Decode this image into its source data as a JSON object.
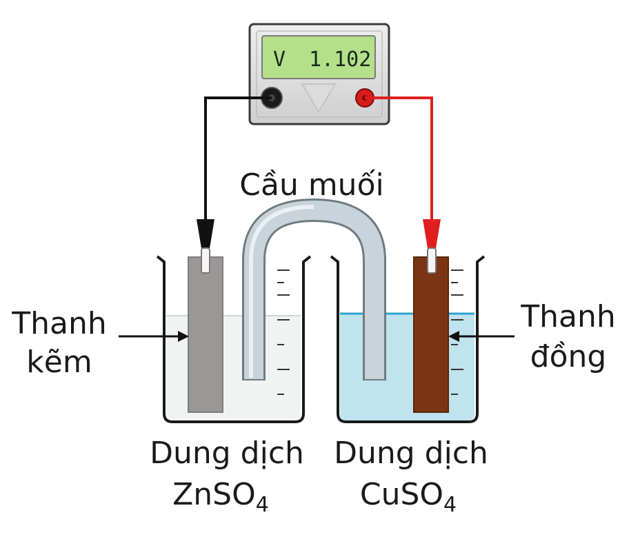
{
  "voltmeter": {
    "unit": "V",
    "reading": "1.102"
  },
  "labels": {
    "salt_bridge": "Cầu muối",
    "zinc_rod_line1": "Thanh",
    "zinc_rod_line2": "kẽm",
    "copper_rod_line1": "Thanh",
    "copper_rod_line2": "đồng",
    "left_solution_line1": "Dung dịch",
    "left_solution_formula": "ZnSO",
    "left_solution_sub": "4",
    "right_solution_line1": "Dung dịch",
    "right_solution_formula": "CuSO",
    "right_solution_sub": "4"
  },
  "colors": {
    "negative_wire": "#111111",
    "positive_wire": "#e01e1e",
    "zinc_rod": "#9a9797",
    "copper_rod": "#7a3612",
    "cuso4_solution": "#bfe3ef",
    "znso4_solution": "#f1f3f3",
    "meter_display": "#b4e08a"
  }
}
